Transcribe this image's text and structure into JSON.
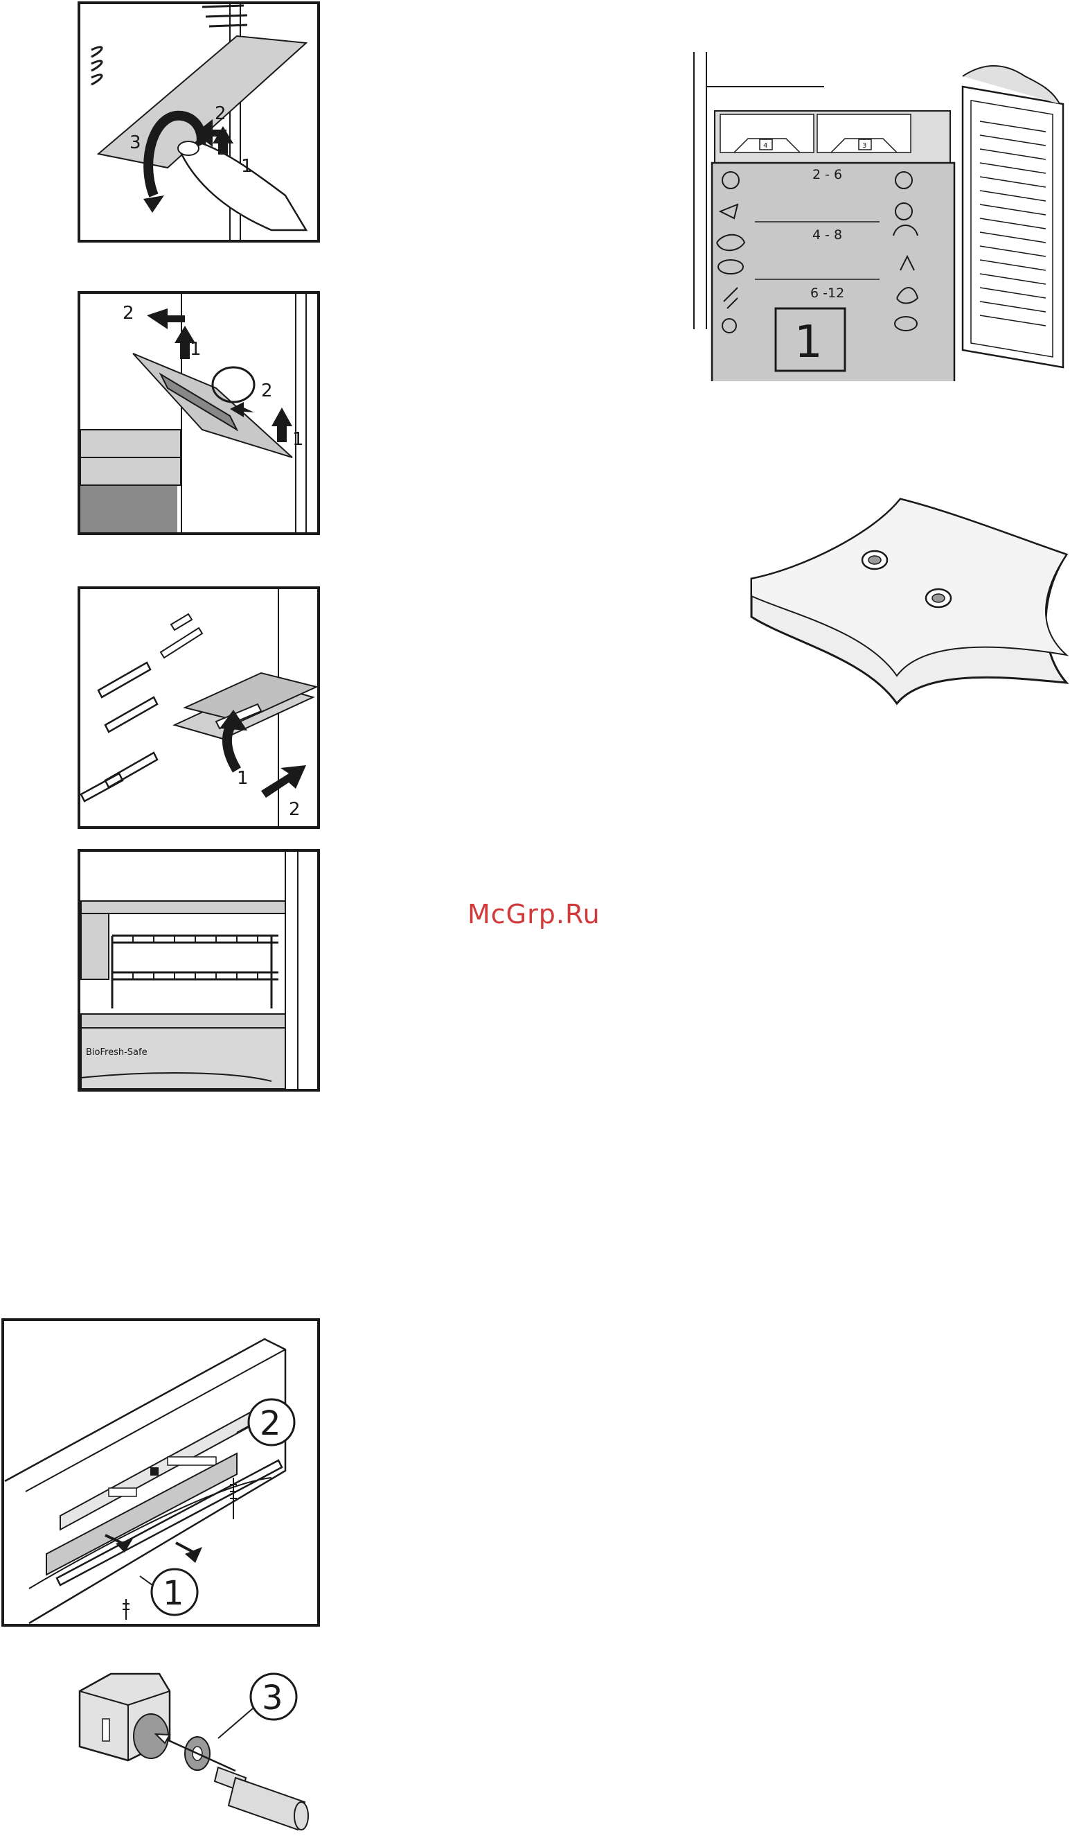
{
  "watermark": {
    "text": "McGrp.Ru"
  },
  "figures": {
    "shelf_removal": {
      "step_labels": [
        "1",
        "2",
        "3"
      ]
    },
    "bracket_removal": {
      "step_labels": [
        "2",
        "1",
        "2",
        "1"
      ]
    },
    "shelf_insert": {
      "step_labels": [
        "1",
        "2"
      ]
    },
    "shelving_overview": {
      "caption": "BioFresh-Safe"
    },
    "display_panel": {
      "callouts": [
        "1",
        "2"
      ]
    },
    "spacer_assembly": {
      "callout": "3"
    },
    "biofresh_zones": {
      "ranges": [
        "2 - 6",
        "4 - 8",
        "6 -12"
      ],
      "zone_label": "1",
      "control_labels": [
        "4",
        "3"
      ]
    }
  },
  "colors": {
    "line": "#1a1a1a",
    "panel_fill": "#c8c8c8",
    "watermark": "#d23a3a"
  }
}
